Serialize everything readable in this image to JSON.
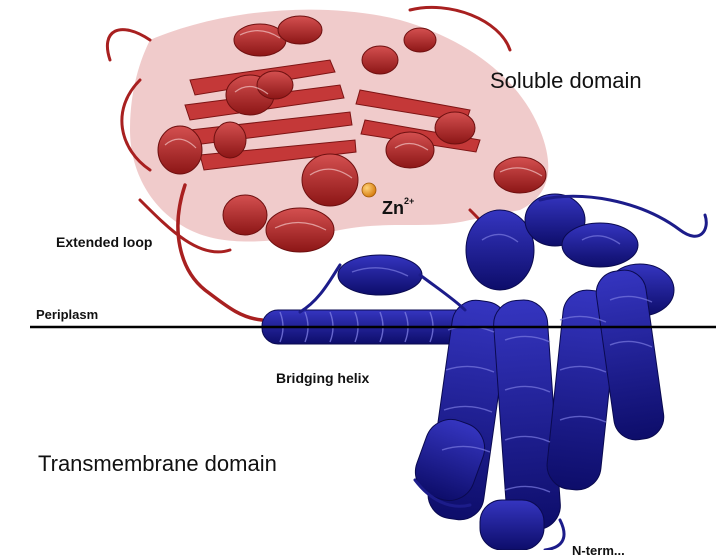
{
  "labels": {
    "soluble_domain": "Soluble domain",
    "transmembrane_domain": "Transmembrane domain",
    "extended_loop": "Extended loop",
    "periplasm": "Periplasm",
    "bridging_helix": "Bridging helix",
    "zinc_ion": "Zn",
    "zinc_charge": "2+",
    "n_terminus": "N-term..."
  },
  "colors": {
    "soluble_domain": "#b82424",
    "soluble_domain_dark": "#7d1414",
    "soluble_domain_light": "#d76a6a",
    "transmembrane_domain": "#1a1a9a",
    "transmembrane_domain_dark": "#0c0c5e",
    "transmembrane_domain_light": "#4a4ad0",
    "zinc_ion": "#e6901e",
    "membrane_line": "#000000"
  }
}
